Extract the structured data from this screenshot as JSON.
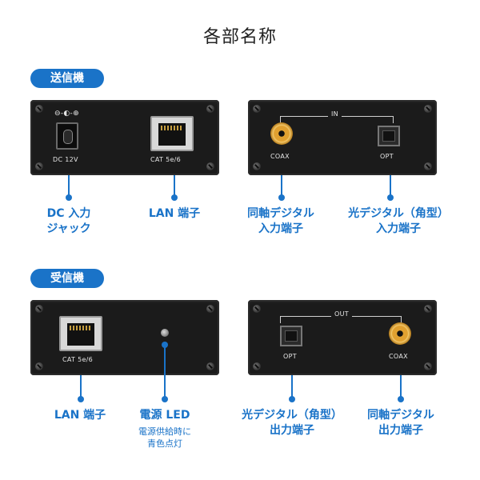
{
  "title": "各部名称",
  "sections": {
    "transmitter": {
      "badge": "送信機"
    },
    "receiver": {
      "badge": "受信機"
    }
  },
  "panels": {
    "tx_left": {
      "dc_symbol": "⊖-◐-⊕",
      "dc_label": "DC 12V",
      "lan_label": "CAT 5e/6"
    },
    "tx_right": {
      "group_label": "IN",
      "coax_label": "COAX",
      "opt_label": "OPT"
    },
    "rx_left": {
      "lan_label": "CAT 5e/6"
    },
    "rx_right": {
      "group_label": "OUT",
      "opt_label": "OPT",
      "coax_label": "COAX"
    }
  },
  "callouts": {
    "dc_input": {
      "line1": "DC 入力",
      "line2": "ジャック"
    },
    "tx_lan": {
      "line1": "LAN 端子"
    },
    "tx_coax": {
      "line1": "同軸デジタル",
      "line2": "入力端子"
    },
    "tx_opt": {
      "line1": "光デジタル（角型）",
      "line2": "入力端子"
    },
    "rx_lan": {
      "line1": "LAN 端子"
    },
    "power_led": {
      "line1": "電源 LED",
      "note1": "電源供給時に",
      "note2": "青色点灯"
    },
    "rx_opt": {
      "line1": "光デジタル（角型）",
      "line2": "出力端子"
    },
    "rx_coax": {
      "line1": "同軸デジタル",
      "line2": "出力端子"
    }
  },
  "colors": {
    "accent": "#1a73c8",
    "panel": "#1b1b1b",
    "label": "#e6e6e6"
  }
}
